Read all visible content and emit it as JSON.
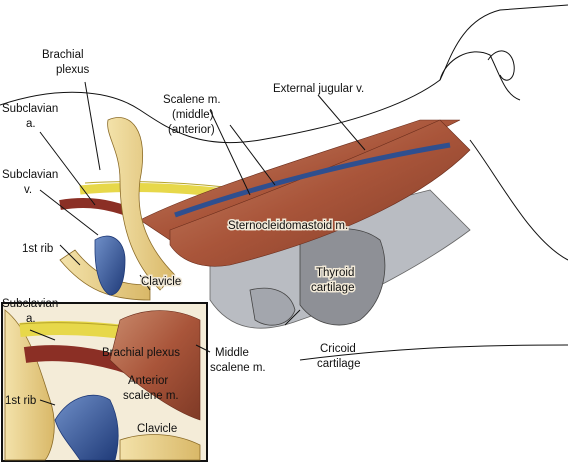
{
  "labels": {
    "brachial_plexus": [
      "Brachial",
      "plexus"
    ],
    "subclavian_a": [
      "Subclavian",
      "a."
    ],
    "subclavian_v": [
      "Subclavian",
      "v."
    ],
    "first_rib": "1st rib",
    "clavicle": "Clavicle",
    "scalene": [
      "Scalene m.",
      "(middle)",
      "(anterior)"
    ],
    "external_jugular": "External jugular v.",
    "scm": "Sternocleidomastoid m.",
    "thyroid": [
      "Thyroid",
      "cartilage"
    ],
    "cricoid": [
      "Cricoid",
      "cartilage"
    ]
  },
  "inset": {
    "subclavian_a": [
      "Subclavian",
      "a."
    ],
    "brachial_plexus": "Brachial plexus",
    "middle_scalene": [
      "Middle",
      "scalene m."
    ],
    "anterior_scalene": [
      "Anterior",
      "scalene m."
    ],
    "first_rib": "1st rib",
    "clavicle": "Clavicle"
  },
  "colors": {
    "muscle": "#a9553a",
    "muscle_light": "#c98a6c",
    "bone": "#e8cf8a",
    "vein": "#2f4f8f",
    "nerve": "#e7d84a",
    "artery": "#8b2f25",
    "cartilage": "#8e9096",
    "frame": "#111111"
  }
}
